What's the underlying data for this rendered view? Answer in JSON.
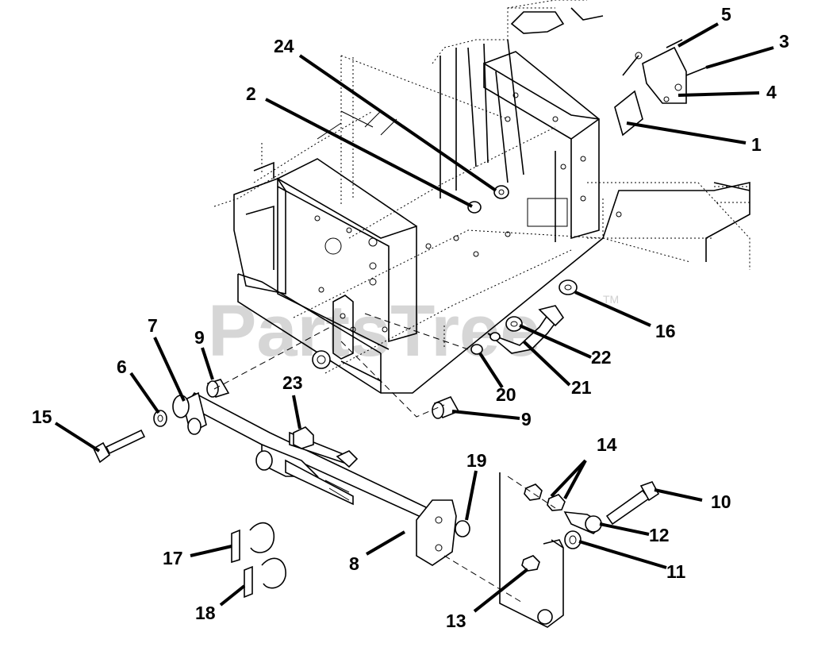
{
  "watermark": {
    "text": "PartsTree",
    "tm": "TM"
  },
  "callouts": [
    "1",
    "2",
    "3",
    "4",
    "5",
    "6",
    "7",
    "8",
    "9",
    "9",
    "10",
    "11",
    "12",
    "13",
    "14",
    "15",
    "16",
    "17",
    "18",
    "19",
    "20",
    "21",
    "22",
    "23",
    "24"
  ]
}
